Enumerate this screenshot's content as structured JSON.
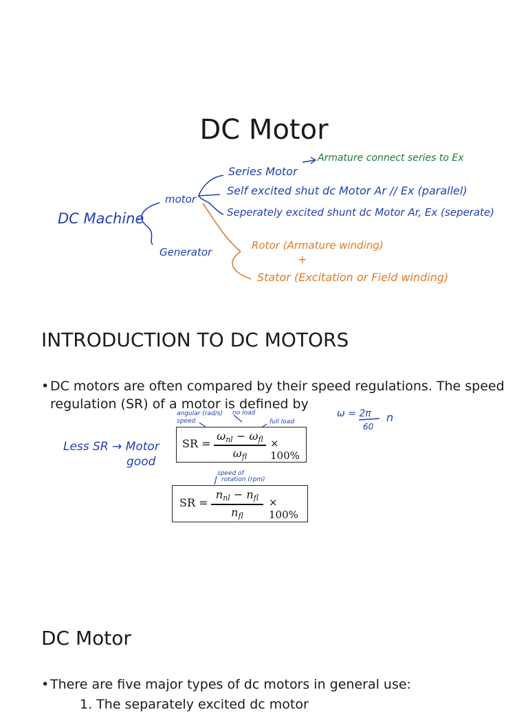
{
  "slide1": {
    "title": "DC Motor",
    "notes": {
      "dc_machine": "DC Machine",
      "motor": "motor",
      "generator": "Generator",
      "series_motor": "Series Motor",
      "series_note": "Armature connect series to Ex",
      "self_excited": "Self excited shut dc Motor Ar // Ex (parallel)",
      "separately_excited": "Seperately excited shunt dc Motor Ar, Ex (seperate)",
      "rotor": "Rotor (Armature winding)",
      "plus": "+",
      "stator": "Stator (Excitation or Field winding)"
    }
  },
  "slide2": {
    "heading": "INTRODUCTION TO DC MOTORS",
    "bullet": "•",
    "bullet_text": "DC motors are often compared by their speed regulations. The speed regulation (SR) of a motor is defined by",
    "formula1": {
      "lhs": "SR =",
      "num_a": "ω",
      "num_a_sub": "nl",
      "minus": "−",
      "num_b": "ω",
      "num_b_sub": "fl",
      "den": "ω",
      "den_sub": "fl",
      "times": "× 100%"
    },
    "formula2": {
      "lhs": "SR =",
      "num_a": "n",
      "num_a_sub": "nl",
      "minus": "−",
      "num_b": "n",
      "num_b_sub": "fl",
      "den": "n",
      "den_sub": "fl",
      "times": "× 100%"
    },
    "notes": {
      "angular": "angular (rad/s)",
      "speed": "speed",
      "no_load": "no load",
      "full_load": "full load",
      "less_sr": "Less SR → Motor",
      "good": "good",
      "speed_rotation_1": "speed of",
      "speed_rotation_2": "rotation (rpm)",
      "omega_eq": "ω = 2π",
      "sixty": "60",
      "n": "n"
    }
  },
  "slide3": {
    "heading": "DC Motor",
    "bullet": "•",
    "bullet_text": "There are five major types of dc motors in general use:",
    "list_item": "1. The separately excited dc motor"
  },
  "colors": {
    "ink_blue": "#1f3fb4",
    "ink_orange": "#e07a26",
    "text": "#1a1a1a"
  }
}
